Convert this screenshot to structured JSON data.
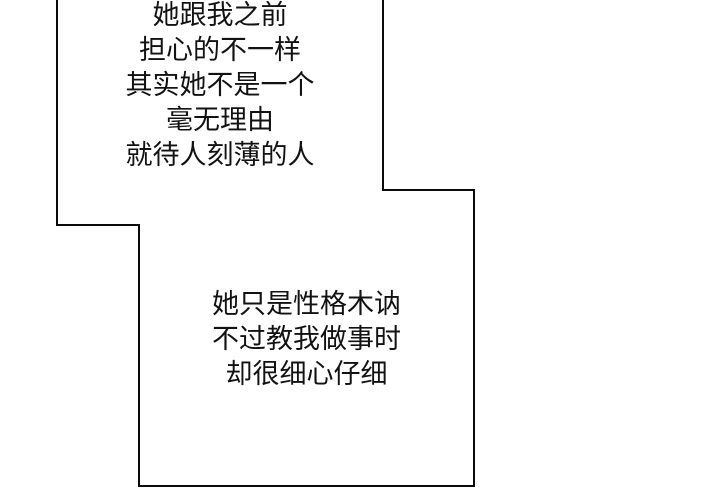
{
  "page": {
    "background_color": "#ffffff",
    "panel_border_color": "#0a0a0a",
    "text_color": "#121212"
  },
  "panels": {
    "top": {
      "lines": [
        "她跟我之前",
        "担心的不一样",
        "其实她不是一个",
        "毫无理由",
        "就待人刻薄的人"
      ]
    },
    "bottom": {
      "lines": [
        "她只是性格木讷",
        "不过教我做事时",
        "却很细心仔细"
      ]
    }
  }
}
